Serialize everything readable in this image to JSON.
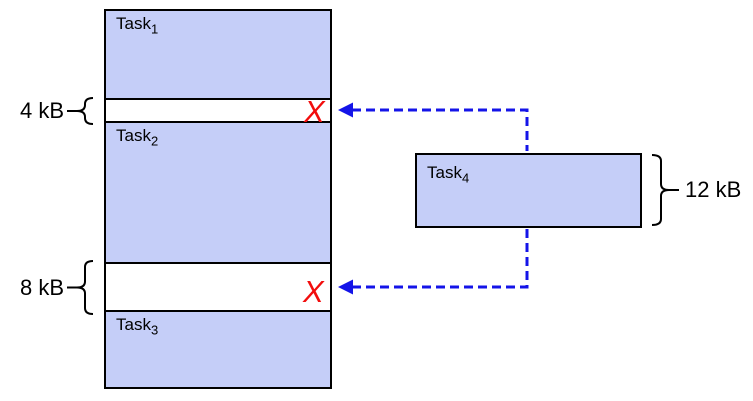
{
  "memory_column": {
    "blocks": [
      {
        "name": "Task",
        "sub": "1"
      },
      {
        "name": "Task",
        "sub": "2"
      },
      {
        "name": "Task",
        "sub": "3"
      }
    ],
    "gaps": [
      {
        "label": "4 kB"
      },
      {
        "label": "8 kB"
      }
    ]
  },
  "pending_task": {
    "name": "Task",
    "sub": "4",
    "size_label": "12 kB"
  },
  "reject_mark": "X",
  "colors": {
    "block_fill": "#c5cef8",
    "block_border": "#000000",
    "arrow_blue": "#1414e8",
    "reject_red": "#f20d0d"
  }
}
